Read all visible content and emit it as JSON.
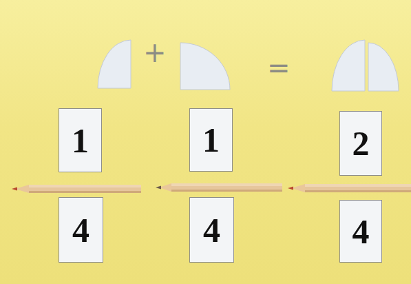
{
  "diagram": {
    "nodes": [
      {
        "text": [
          "1"
        ]
      },
      {
        "text": [
          "1"
        ]
      },
      {
        "text": [
          "2"
        ]
      },
      {
        "text": [
          "4"
        ]
      },
      {
        "text": [
          "4"
        ]
      },
      {
        "text": [
          "4"
        ]
      }
    ],
    "labels": [
      "+",
      "="
    ]
  }
}
